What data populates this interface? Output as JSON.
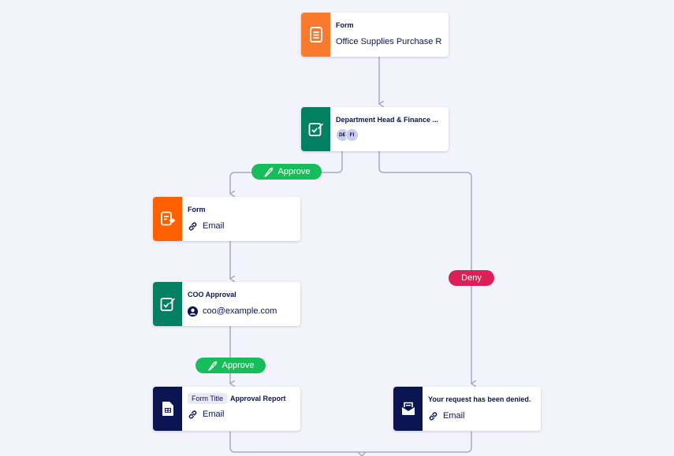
{
  "nodes": {
    "form_start": {
      "title": "Form",
      "subtitle": "Office Supplies Purchase R..."
    },
    "dept_approval": {
      "title": "Department Head & Finance ...",
      "avatars": [
        "DE",
        "FI"
      ]
    },
    "form_email": {
      "title": "Form",
      "subtitle": "Email"
    },
    "coo_approval": {
      "title": "COO Approval",
      "subtitle": "coo@example.com"
    },
    "report": {
      "tag": "Form Title",
      "title": "Approval Report",
      "subtitle": "Email"
    },
    "denied": {
      "title": "Your request has been denied.",
      "subtitle": "Email"
    }
  },
  "pills": {
    "approve_1": "Approve",
    "approve_2": "Approve",
    "deny": "Deny"
  },
  "colors": {
    "background": "#f3f3fb",
    "connector": "#a7aac5",
    "form_orange": "#f97a2d",
    "approval_green": "#038062",
    "email_navy": "#0a1551",
    "approve_green": "#18bd5b",
    "deny_red": "#dc2055"
  },
  "icons": {
    "form_start": "form-document-icon",
    "dept_approval": "approval-pen-icon",
    "form_email": "form-email-icon",
    "coo_approval": "approval-pen-icon",
    "report": "report-document-icon",
    "denied": "email-envelope-icon",
    "link": "link-icon",
    "user": "user-circle-icon"
  }
}
